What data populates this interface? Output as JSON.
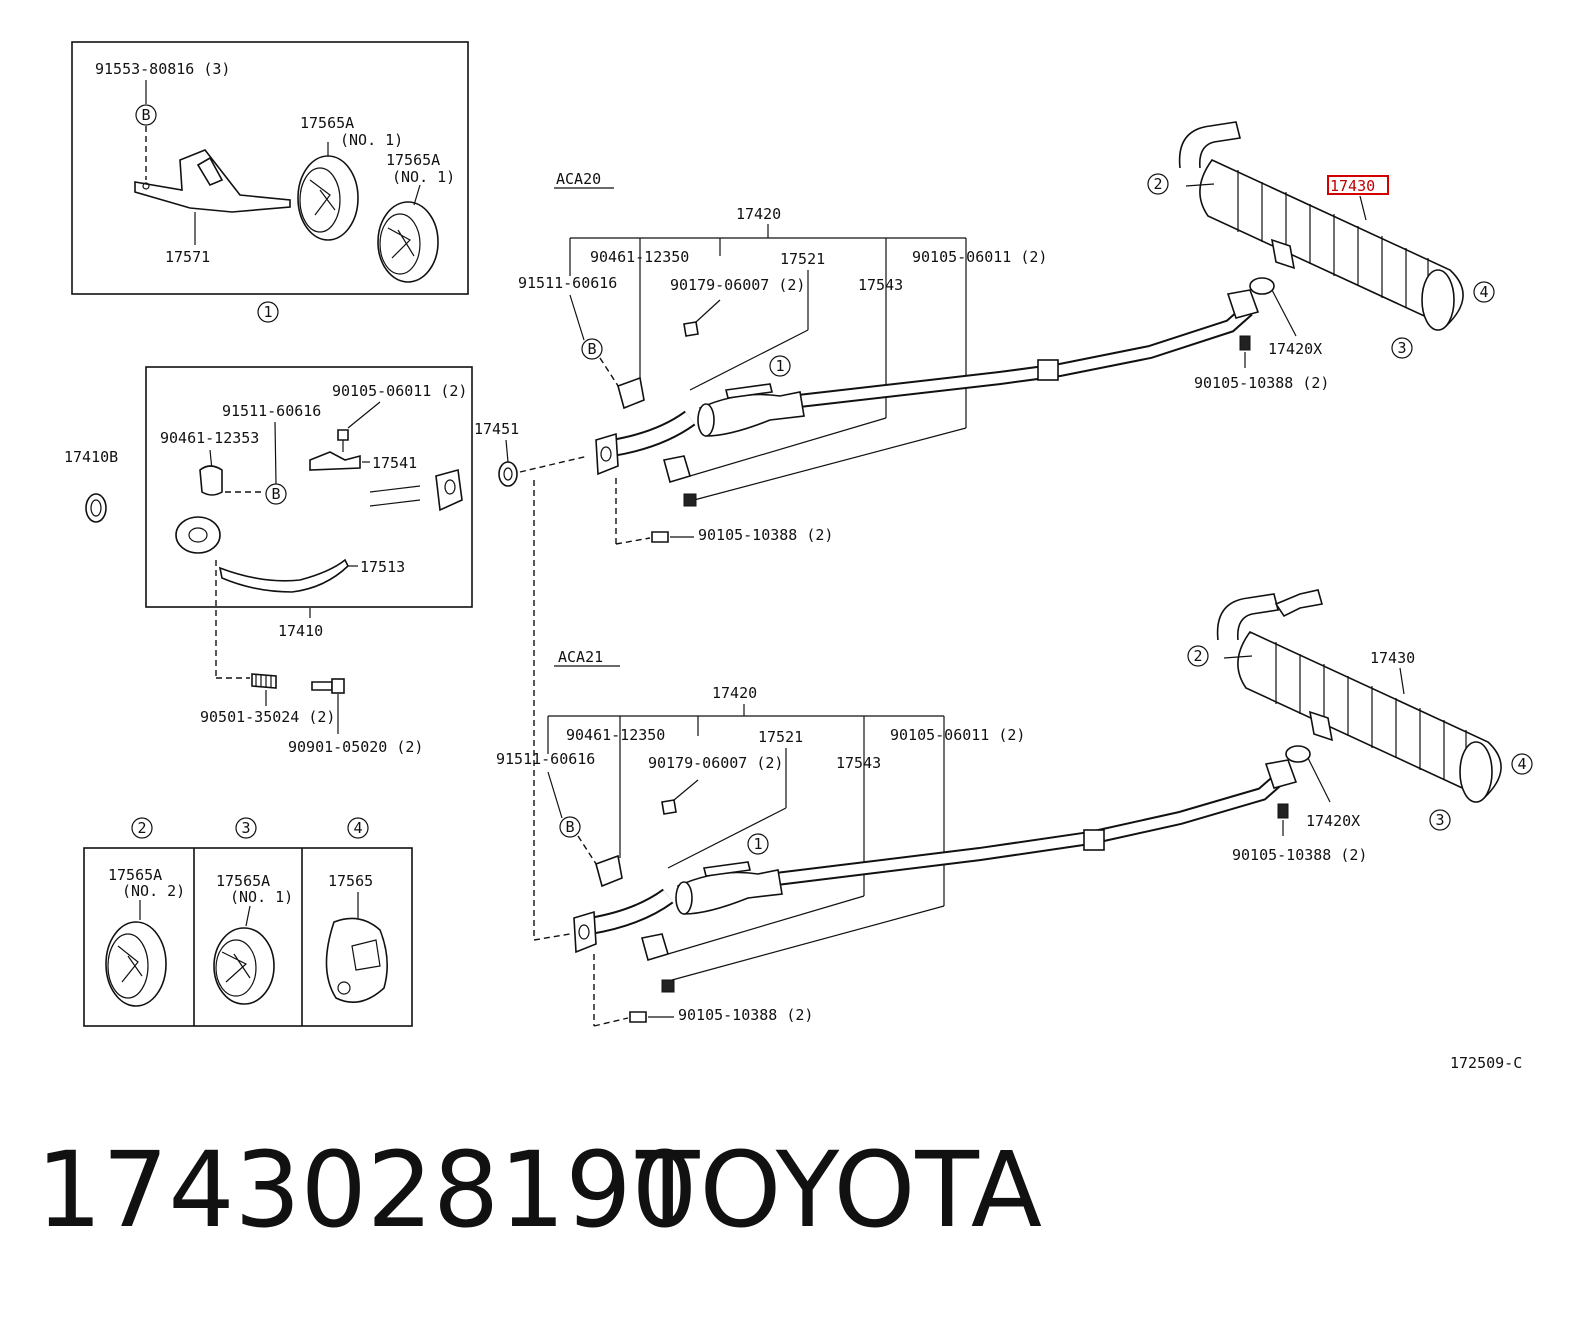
{
  "parts_catalog": {
    "part_number": "1743028190",
    "brand": "TOYOTA",
    "figure_code": "172509-C",
    "highlighted_part": "17430",
    "highlight_color": "#d40000",
    "variants": {
      "upper": "ACA20",
      "lower": "ACA21"
    },
    "callouts": {
      "c1": "1",
      "c2": "2",
      "c3": "3",
      "c4": "4",
      "b": "B"
    },
    "detail_box_1": {
      "screw": "91553-80816 (3)",
      "bracket": "17571",
      "hanger_a": "17565A",
      "hanger_a_no": "(NO. 1)",
      "hanger_b": "17565A",
      "hanger_b_no": "(NO. 1)"
    },
    "front_pipe_box": {
      "gasket_left": "17410B",
      "bolt_top": "90105-06011 (2)",
      "clamp_part": "91511-60616",
      "clamp": "90461-12353",
      "bracket": "17541",
      "heat_insulator": "17513",
      "pipe": "17410",
      "spring_bolt": "90501-35024 (2)",
      "bolt": "90901-05020 (2)"
    },
    "gasket_ring": "17451",
    "upper_assy": {
      "assembly": "17420",
      "clamp": "90461-12350",
      "clamp_part": "91511-60616",
      "nut": "90179-06007 (2)",
      "insulator": "17521",
      "bracket": "17543",
      "bolt_a": "90105-06011 (2)",
      "bolt_b": "90105-10388 (2)",
      "muffler": "17430",
      "gasket": "17420X",
      "tail_bolt": "90105-10388 (2)"
    },
    "lower_assy": {
      "assembly": "17420",
      "clamp": "90461-12350",
      "clamp_part": "91511-60616",
      "nut": "90179-06007 (2)",
      "insulator": "17521",
      "bracket": "17543",
      "bolt_a": "90105-06011 (2)",
      "bolt_b": "90105-10388 (2)",
      "muffler": "17430",
      "gasket": "17420X",
      "tail_bolt": "90105-10388 (2)"
    },
    "hanger_table": {
      "col2_part": "17565A",
      "col2_no": "(NO. 2)",
      "col3_part": "17565A",
      "col3_no": "(NO. 1)",
      "col4_part": "17565"
    }
  }
}
